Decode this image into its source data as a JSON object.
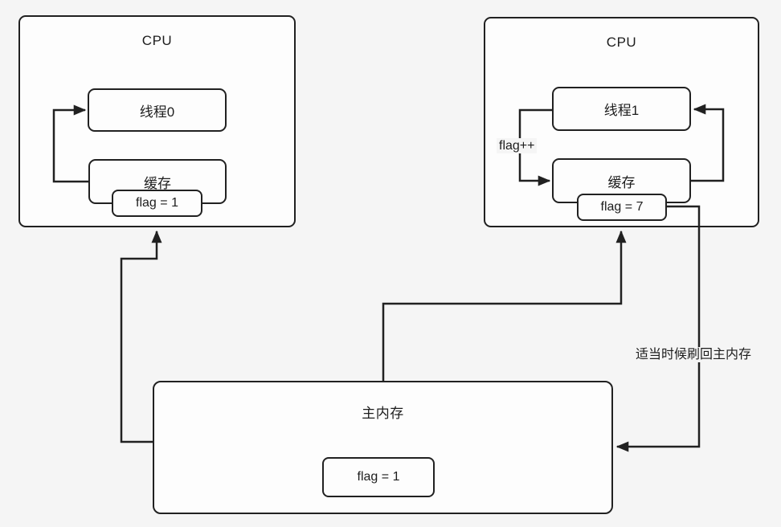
{
  "diagram": {
    "cpu_left": {
      "title": "CPU",
      "thread": {
        "label": "线程0"
      },
      "cache": {
        "label": "缓存",
        "flag": "flag = 1"
      }
    },
    "cpu_right": {
      "title": "CPU",
      "thread": {
        "label": "线程1"
      },
      "cache": {
        "label": "缓存",
        "flag": "flag = 7"
      },
      "edge_label": "flag++"
    },
    "main_memory": {
      "title": "主内存",
      "flag": "flag = 1"
    },
    "annotations": {
      "flush_note": "适当时候刷回主内存"
    },
    "colors": {
      "background": "#f5f5f5",
      "stroke": "#212121",
      "box_fill": "#fdfdfd"
    }
  }
}
